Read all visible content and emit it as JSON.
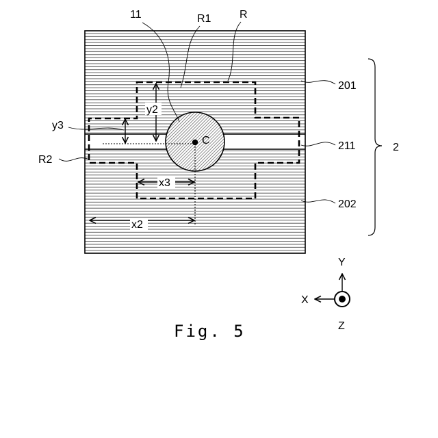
{
  "caption": "Fig. 5",
  "labels": {
    "element_11": "11",
    "region_R1": "R1",
    "region_R": "R",
    "layer_201": "201",
    "band_211": "211",
    "layer_202": "202",
    "assembly_2": "2",
    "region_R2": "R2",
    "center_C": "C"
  },
  "dimensions": {
    "y2": "y2",
    "y3": "y3",
    "x2": "x2",
    "x3": "x3"
  },
  "axes": {
    "x": "X",
    "y": "Y",
    "z": "Z"
  },
  "colors": {
    "line": "#000000",
    "background": "#ffffff"
  }
}
